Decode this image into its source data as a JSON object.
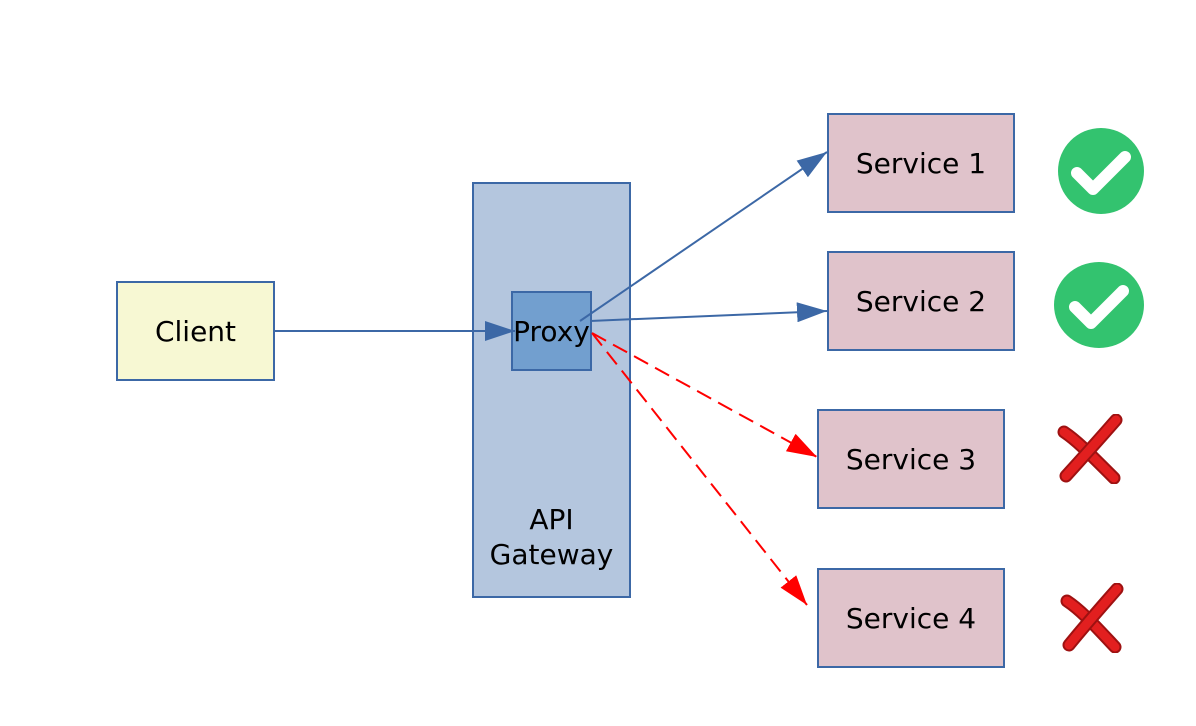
{
  "nodes": {
    "client": "Client",
    "gateway": "API\nGateway",
    "proxy": "Proxy",
    "services": [
      "Service 1",
      "Service 2",
      "Service 3",
      "Service 4"
    ]
  },
  "status": [
    {
      "service": "Service 1",
      "icon": "check-circle-icon",
      "state": "ok",
      "color": "#33c36f"
    },
    {
      "service": "Service 2",
      "icon": "check-circle-icon",
      "state": "ok",
      "color": "#33c36f"
    },
    {
      "service": "Service 3",
      "icon": "cross-icon",
      "state": "failed",
      "color": "#e21f1f"
    },
    {
      "service": "Service 4",
      "icon": "cross-icon",
      "state": "failed",
      "color": "#e21f1f"
    }
  ],
  "colors": {
    "arrow_ok": "#3c68a6",
    "arrow_failed": "#ff0000",
    "client_fill": "#f7f8d3",
    "gateway_fill": "#b4c6de",
    "proxy_fill": "#729fcf",
    "service_fill": "#e0c3cb"
  },
  "connections": [
    {
      "from": "Client",
      "to": "Proxy",
      "style": "solid"
    },
    {
      "from": "Proxy",
      "to": "Service 1",
      "style": "solid"
    },
    {
      "from": "Proxy",
      "to": "Service 2",
      "style": "solid"
    },
    {
      "from": "Proxy",
      "to": "Service 3",
      "style": "dashed"
    },
    {
      "from": "Proxy",
      "to": "Service 4",
      "style": "dashed"
    }
  ]
}
